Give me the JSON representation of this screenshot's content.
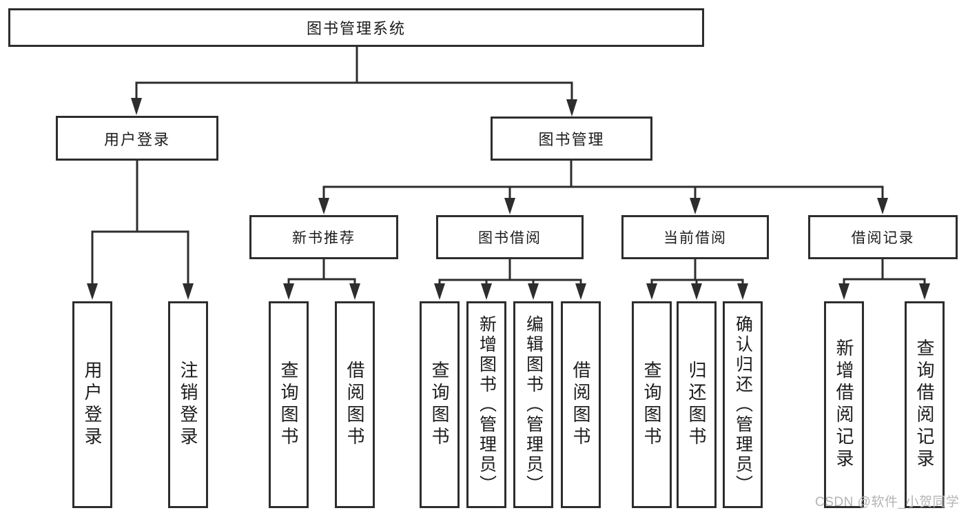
{
  "colors": {
    "line": "#2d2d2d",
    "box_border": "#2d2d2d",
    "text": "#1c1c1c",
    "background": "#ffffff",
    "watermark": "#b4b4b4"
  },
  "watermark": {
    "text": "CSDN @软件_小贺同学"
  },
  "tree": {
    "root": {
      "label": "图书管理系统",
      "children": [
        {
          "label": "用户登录",
          "children": [
            {
              "label": "用户登录"
            },
            {
              "label": "注销登录"
            }
          ]
        },
        {
          "label": "图书管理",
          "children": [
            {
              "label": "新书推荐",
              "children": [
                {
                  "label": "查询图书"
                },
                {
                  "label": "借阅图书"
                }
              ]
            },
            {
              "label": "图书借阅",
              "children": [
                {
                  "label": "查询图书"
                },
                {
                  "label": "新增图书（管理员）"
                },
                {
                  "label": "编辑图书（管理员）"
                },
                {
                  "label": "借阅图书"
                }
              ]
            },
            {
              "label": "当前借阅",
              "children": [
                {
                  "label": "查询图书"
                },
                {
                  "label": "归还图书"
                },
                {
                  "label": "确认归还（管理员）"
                }
              ]
            },
            {
              "label": "借阅记录",
              "children": [
                {
                  "label": "新增借阅记录"
                },
                {
                  "label": "查询借阅记录"
                }
              ]
            }
          ]
        }
      ]
    }
  }
}
